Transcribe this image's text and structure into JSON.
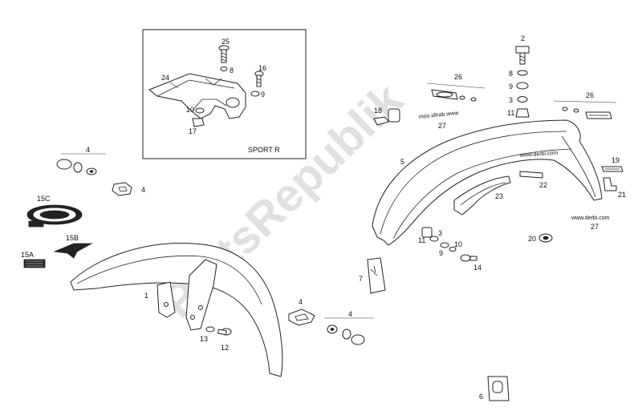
{
  "inset_title": "SPORT R",
  "watermark": "PartsRepublik",
  "fender_text": "www.derbi.com",
  "decal_text": "www.derbi.com",
  "decal_text_mirrored": "moo.idhab.www",
  "colors": {
    "line": "#222222",
    "watermark": "#c8c8c8",
    "background": "#ffffff"
  },
  "callouts": {
    "c1": "1",
    "c2": "2",
    "c3a": "3",
    "c3b": "3",
    "c4a": "4",
    "c4b": "4",
    "c4c": "4",
    "c4d": "4",
    "c5": "5",
    "c6": "6",
    "c7": "7",
    "c8a": "8",
    "c8b": "8",
    "c9a": "9",
    "c9b": "9",
    "c9c": "9",
    "c10a": "10",
    "c10b": "10",
    "c11a": "11",
    "c11b": "11",
    "c12": "12",
    "c13": "13",
    "c14": "14",
    "c15a": "15A",
    "c15b": "15B",
    "c15c": "15C",
    "c16": "16",
    "c17": "17",
    "c18": "18",
    "c19": "19",
    "c20": "20",
    "c21": "21",
    "c22": "22",
    "c23": "23",
    "c24": "24",
    "c25": "25",
    "c26a": "26",
    "c26b": "26",
    "c27a": "27",
    "c27b": "27"
  }
}
